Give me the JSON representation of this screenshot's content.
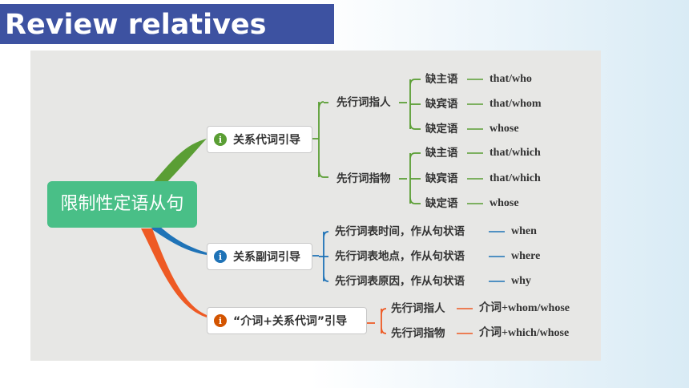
{
  "title": "Review relatives",
  "colors": {
    "title_bg": "#3d52a1",
    "root_bg": "#49bf87",
    "green": "#5a9e34",
    "blue": "#1f73b7",
    "orange": "#ee5a24"
  },
  "root": "限制性定语从句",
  "branches": [
    {
      "label": "关系代词引导",
      "icon": "info-icon-green",
      "groups": [
        {
          "label": "先行词指人",
          "items": [
            {
              "label": "缺主语",
              "answer": "that/who"
            },
            {
              "label": "缺宾语",
              "answer": "that/whom"
            },
            {
              "label": "缺定语",
              "answer": "whose"
            }
          ]
        },
        {
          "label": "先行词指物",
          "items": [
            {
              "label": "缺主语",
              "answer": "that/which"
            },
            {
              "label": "缺宾语",
              "answer": "that/which"
            },
            {
              "label": "缺定语",
              "answer": "whose"
            }
          ]
        }
      ]
    },
    {
      "label": "关系副词引导",
      "icon": "info-icon-blue",
      "items": [
        {
          "label": "先行词表时间，作从句状语",
          "answer": "when"
        },
        {
          "label": "先行词表地点，作从句状语",
          "answer": "where"
        },
        {
          "label": "先行词表原因，作从句状语",
          "answer": "why"
        }
      ]
    },
    {
      "label": "“介词+关系代词”引导",
      "icon": "info-icon-orange",
      "items": [
        {
          "label": "先行词指人",
          "answer": "介词+whom/whose"
        },
        {
          "label": "先行词指物",
          "answer": "介词+which/whose"
        }
      ]
    }
  ],
  "badge_glyph": "i"
}
